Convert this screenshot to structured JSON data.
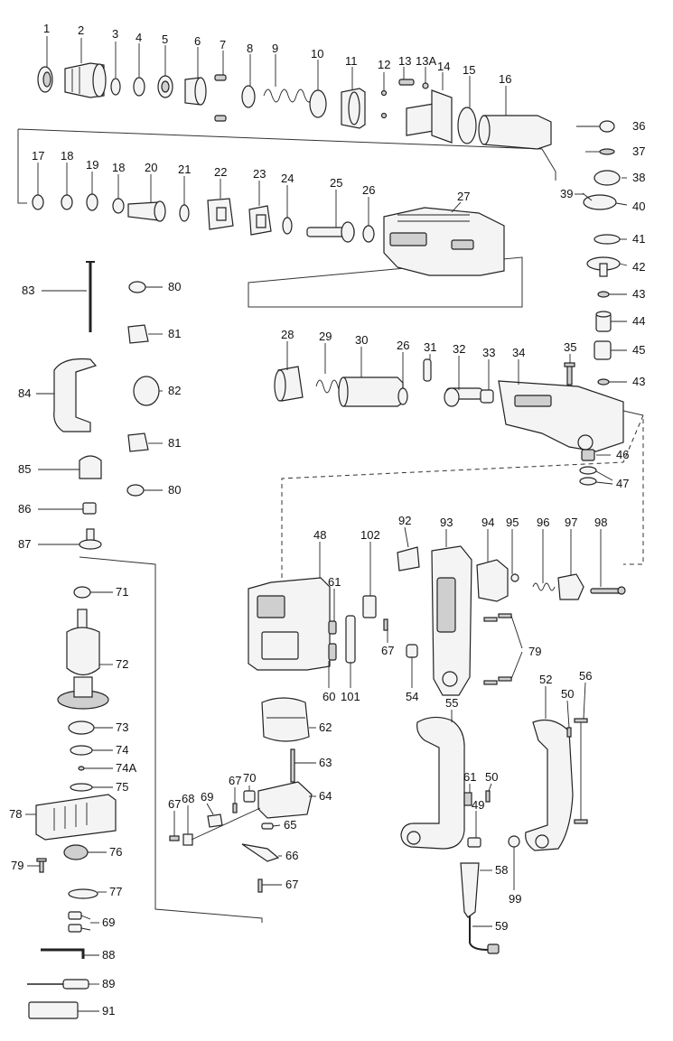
{
  "labels": {
    "l1": "1",
    "l2": "2",
    "l3": "3",
    "l4": "4",
    "l5": "5",
    "l6": "6",
    "l7": "7",
    "l8": "8",
    "l9": "9",
    "l10": "10",
    "l11": "11",
    "l12": "12",
    "l13": "13",
    "l13a": "13A",
    "l14": "14",
    "l15": "15",
    "l16": "16",
    "l17": "17",
    "l18a": "18",
    "l19": "19",
    "l18b": "18",
    "l20": "20",
    "l21": "21",
    "l22": "22",
    "l23": "23",
    "l24": "24",
    "l25": "25",
    "l26a": "26",
    "l27": "27",
    "l36": "36",
    "l37": "37",
    "l38": "38",
    "l39": "39",
    "l40": "40",
    "l41": "41",
    "l42": "42",
    "l43a": "43",
    "l44": "44",
    "l45": "45",
    "l43b": "43",
    "l83": "83",
    "l80a": "80",
    "l81a": "81",
    "l84": "84",
    "l82": "82",
    "l81b": "81",
    "l85": "85",
    "l80b": "80",
    "l86": "86",
    "l87": "87",
    "l28": "28",
    "l29": "29",
    "l30": "30",
    "l26b": "26",
    "l31": "31",
    "l32": "32",
    "l33": "33",
    "l34": "34",
    "l35": "35",
    "l46": "46",
    "l47": "47",
    "l92": "92",
    "l93": "93",
    "l94": "94",
    "l95": "95",
    "l96": "96",
    "l97": "97",
    "l98": "98",
    "l48": "48",
    "l102": "102",
    "l61a": "61",
    "l67a": "67",
    "l79a": "79",
    "l60": "60",
    "l101": "101",
    "l54": "54",
    "l71": "71",
    "l72": "72",
    "l73": "73",
    "l74": "74",
    "l74a": "74A",
    "l75": "75",
    "l78": "78",
    "l76": "76",
    "l79b": "79",
    "l77": "77",
    "l69a": "69",
    "l88": "88",
    "l89": "89",
    "l91": "91",
    "l62": "62",
    "l63": "63",
    "l64": "64",
    "l65": "65",
    "l66": "66",
    "l67b": "67",
    "l67c": "67",
    "l68": "68",
    "l69b": "69",
    "l67d": "67",
    "l70": "70",
    "l55": "55",
    "l52": "52",
    "l56": "56",
    "l50a": "50",
    "l61b": "61",
    "l50b": "50",
    "l49": "49",
    "l58": "58",
    "l59": "59",
    "l99": "99"
  }
}
